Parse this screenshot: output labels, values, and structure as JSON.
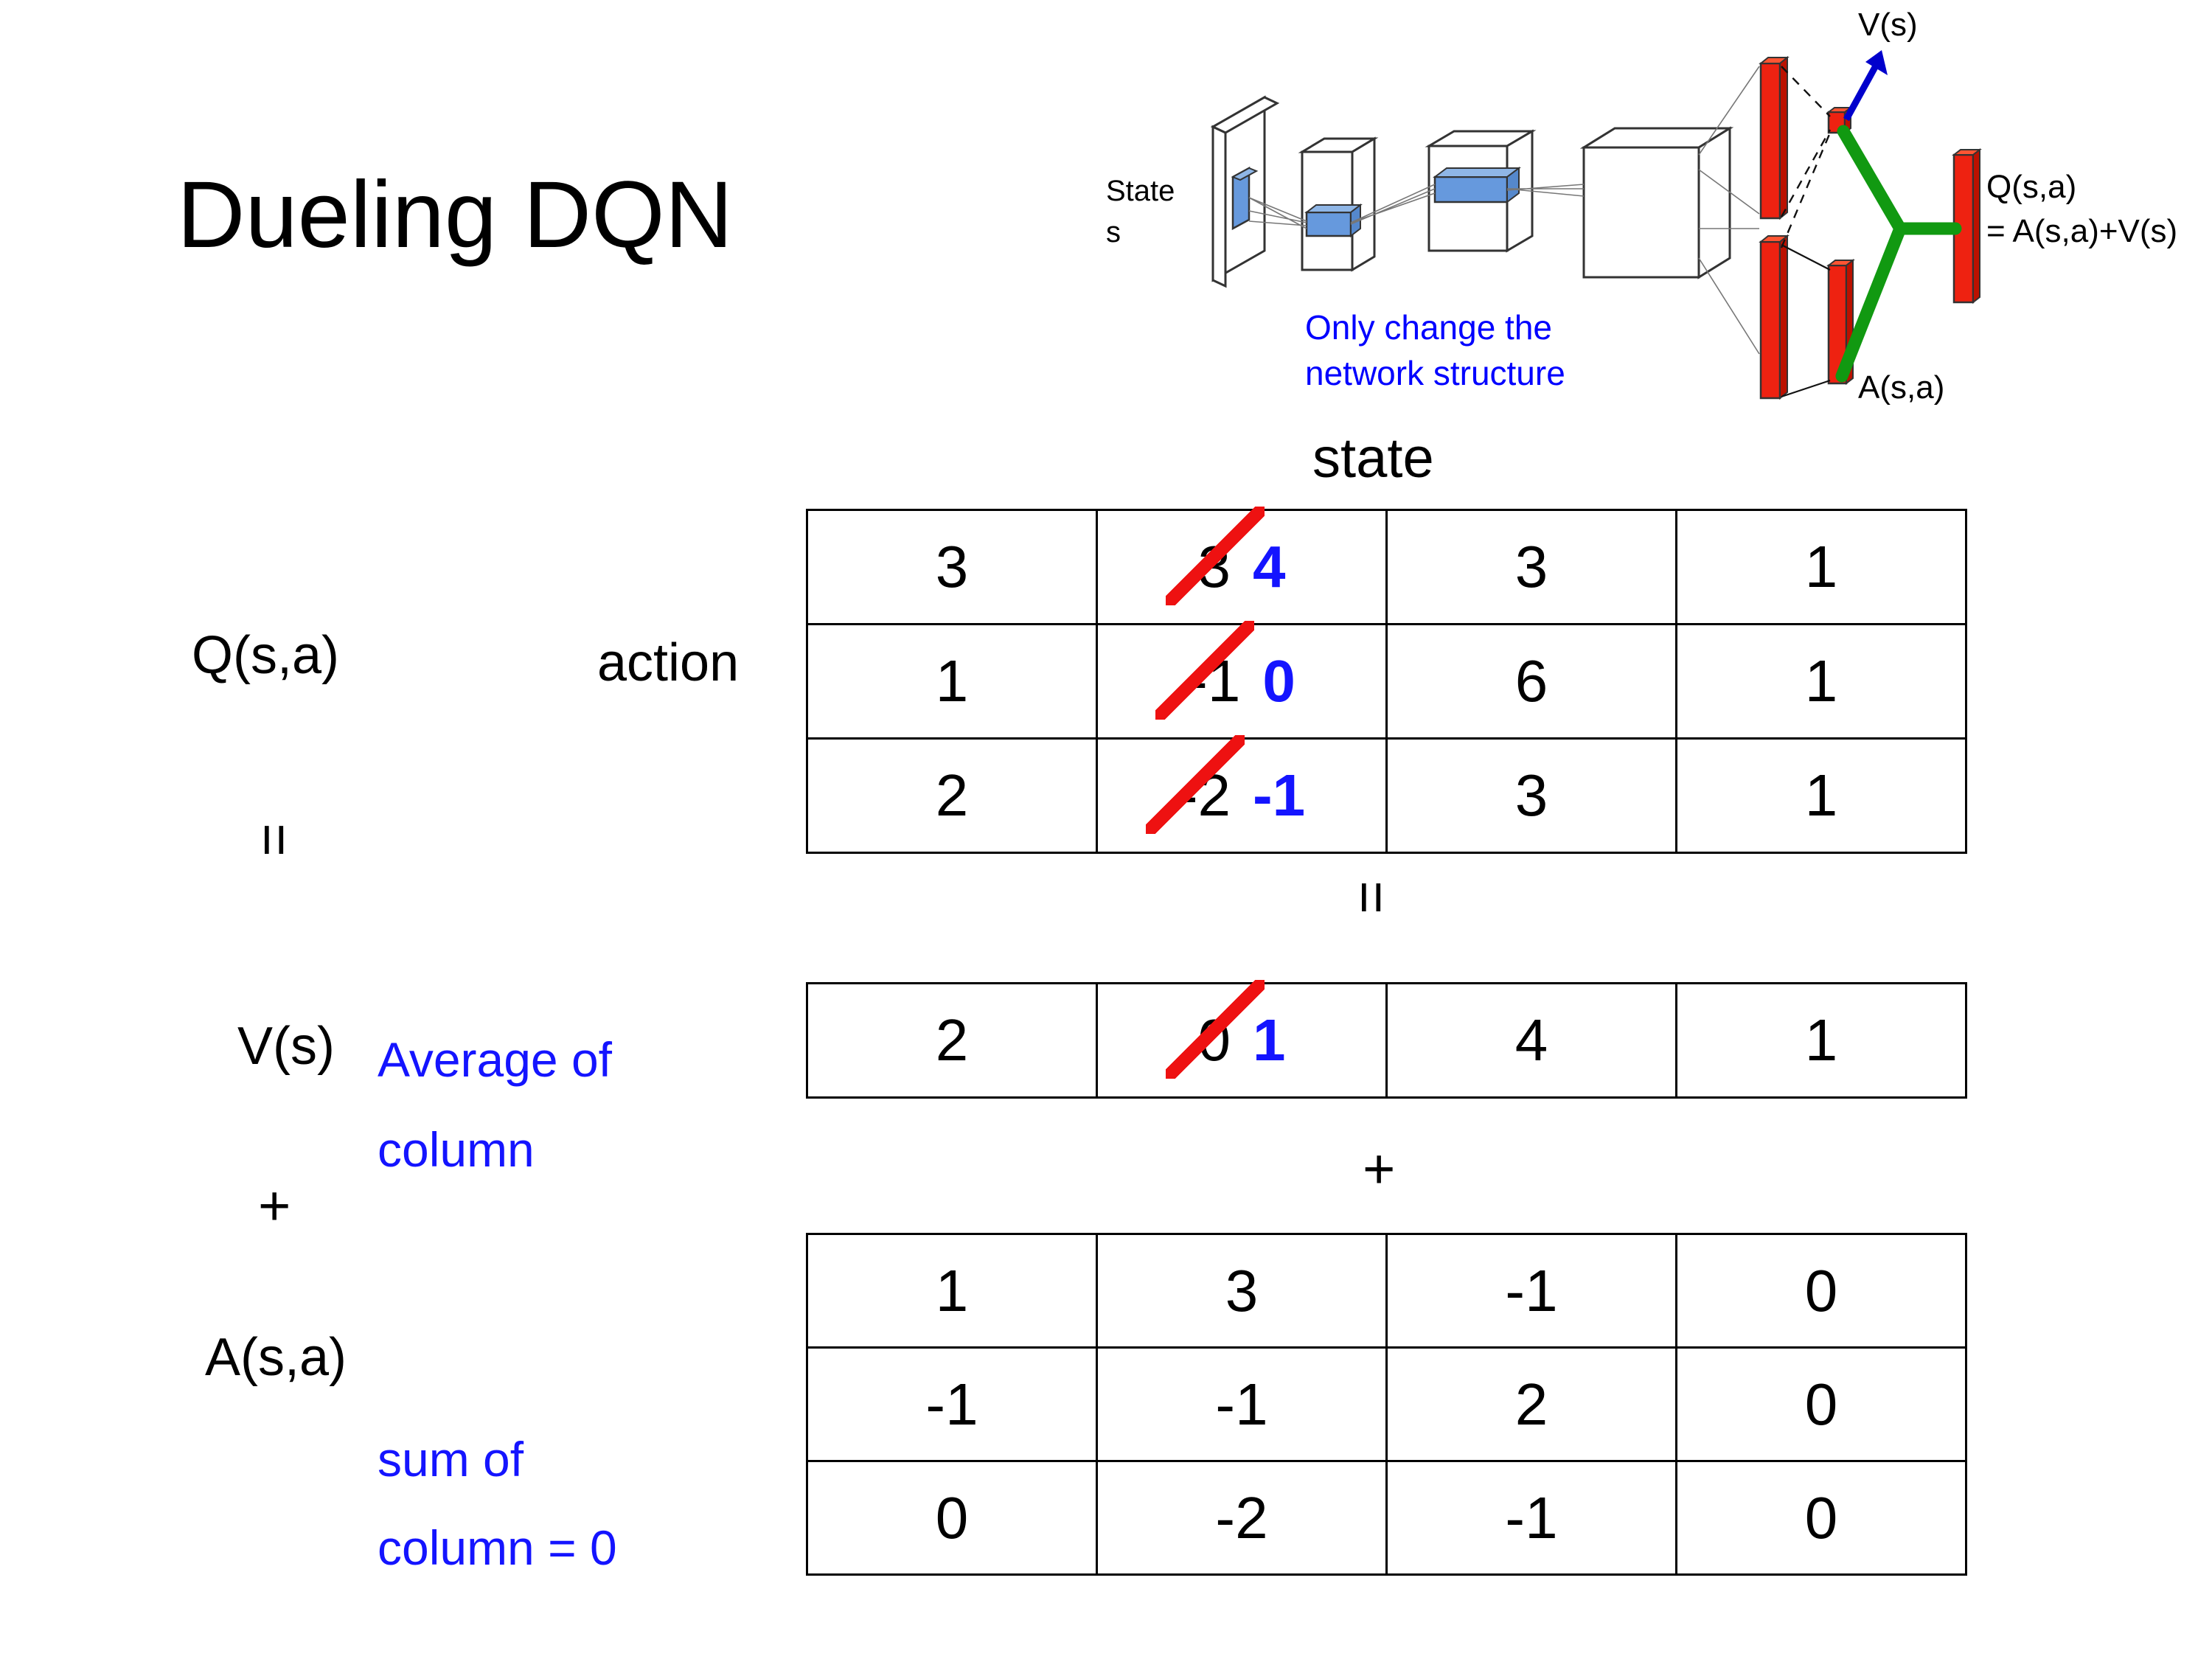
{
  "slide": {
    "title": "Dueling DQN"
  },
  "diagram": {
    "name": "dueling-dqn-network-architecture",
    "input_label_line1": "State",
    "input_label_line2": "s",
    "note_line1": "Only change the",
    "note_line2": "network structure",
    "value_stream_label": "V(s)",
    "advantage_stream_label": "A(s,a)",
    "output_label_line1": "Q(s,a)",
    "output_label_line2": "= A(s,a)+V(s)",
    "colors": {
      "note": "#0000ff",
      "value_arrow": "#0000cc",
      "stream_bars": "#ee2211",
      "combine_links": "#119911",
      "conv_blocks": "#6699dd"
    }
  },
  "axes": {
    "state_label": "state",
    "action_label": "action"
  },
  "labels": {
    "q": "Q(s,a)",
    "v": "V(s)",
    "a": "A(s,a)",
    "equals_q": "=",
    "plus_left": "+",
    "equals_mid": "=",
    "plus_mid": "+"
  },
  "notes": {
    "v_note_line1": "Average of",
    "v_note_line2": "column",
    "a_note_line1": "sum of",
    "a_note_line2": "column = 0",
    "color": "#1414ff"
  },
  "chart_data": {
    "type": "table",
    "title": "Dueling DQN  Q(s,a) = V(s) + A(s,a) decomposition",
    "column_axis": "state",
    "row_axis": "action",
    "n_states": 4,
    "n_actions": 3,
    "tables": [
      {
        "name": "Q(s,a)",
        "rows": [
          [
            {
              "value": "3"
            },
            {
              "value": "3",
              "struck": true,
              "corrected": "4"
            },
            {
              "value": "3"
            },
            {
              "value": "1"
            }
          ],
          [
            {
              "value": "1"
            },
            {
              "value": "-1",
              "struck": true,
              "corrected": "0"
            },
            {
              "value": "6"
            },
            {
              "value": "1"
            }
          ],
          [
            {
              "value": "2"
            },
            {
              "value": "-2",
              "struck": true,
              "corrected": "-1"
            },
            {
              "value": "3"
            },
            {
              "value": "1"
            }
          ]
        ]
      },
      {
        "name": "V(s)",
        "rows": [
          [
            {
              "value": "2"
            },
            {
              "value": "0",
              "struck": true,
              "corrected": "1"
            },
            {
              "value": "4"
            },
            {
              "value": "1"
            }
          ]
        ]
      },
      {
        "name": "A(s,a)",
        "rows": [
          [
            {
              "value": "1"
            },
            {
              "value": "3"
            },
            {
              "value": "-1"
            },
            {
              "value": "0"
            }
          ],
          [
            {
              "value": "-1"
            },
            {
              "value": "-1"
            },
            {
              "value": "2"
            },
            {
              "value": "0"
            }
          ],
          [
            {
              "value": "0"
            },
            {
              "value": "-2"
            },
            {
              "value": "-1"
            },
            {
              "value": "0"
            }
          ]
        ]
      }
    ],
    "annotations": [
      "Average of column",
      "sum of column = 0"
    ],
    "correction_color": "#1414ff",
    "strike_color": "#ee1111"
  }
}
